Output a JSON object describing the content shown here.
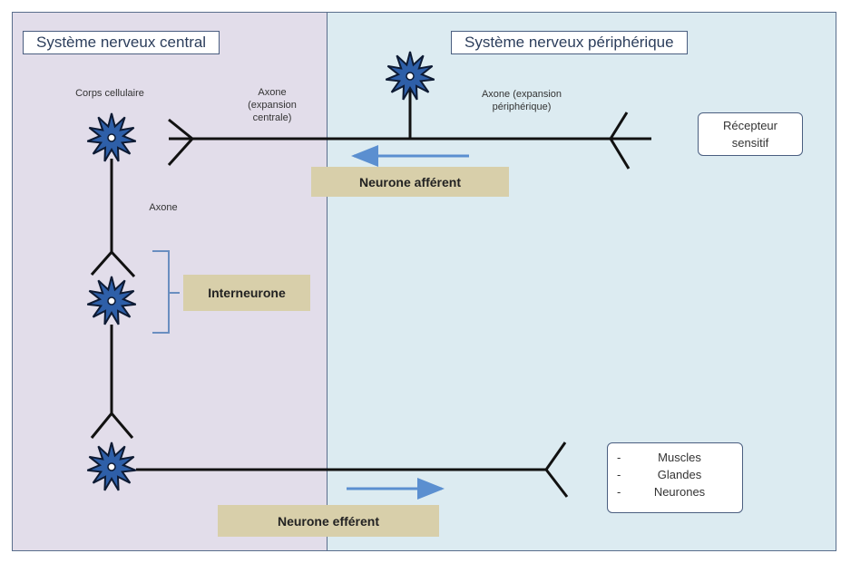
{
  "panels": {
    "central_title": "Système nerveux central",
    "peripheral_title": "Système nerveux périphérique"
  },
  "labels": {
    "corps_cellulaire": "Corps cellulaire",
    "axone_central": [
      "Axone",
      "(expansion",
      "centrale)"
    ],
    "axone_peripherique": [
      "Axone (expansion",
      "périphérique)"
    ],
    "axone": "Axone"
  },
  "tags": {
    "afferent": "Neurone afférent",
    "interneurone": "Interneurone",
    "efferent": "Neurone efférent"
  },
  "boxes": {
    "recepteur": [
      "Récepteur",
      "sensitif"
    ],
    "effectors": [
      "Muscles",
      "Glandes",
      "Neurones"
    ]
  },
  "colors": {
    "neuron_fill": "#2e5fa8",
    "arrow": "#5b8fd0",
    "tag_bg": "#d8cfaa"
  }
}
